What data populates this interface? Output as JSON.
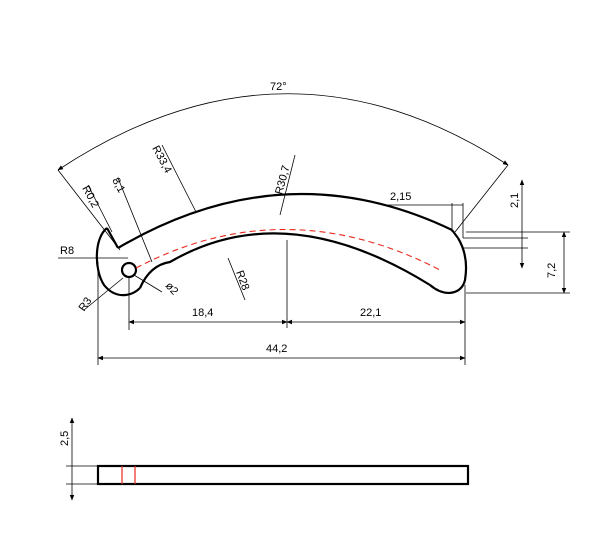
{
  "colors": {
    "outline": "#000000",
    "centerline": "#e8281e",
    "background": "#ffffff"
  },
  "dimensions": {
    "angle": "72°",
    "r_outer_arc": "R33,4",
    "r_center": "R30,7",
    "r_inner_arc": "R28",
    "r_tip": "R0,2",
    "r_small": "8,1",
    "r_end": "R8",
    "r_hole_edge": "R3",
    "hole_dia": "ø2",
    "notch_width": "2,15",
    "notch_depth": "2,1",
    "end_height": "7,2",
    "left_span": "18,4",
    "right_span": "22,1",
    "overall_length": "44,2",
    "thickness": "2,5"
  }
}
